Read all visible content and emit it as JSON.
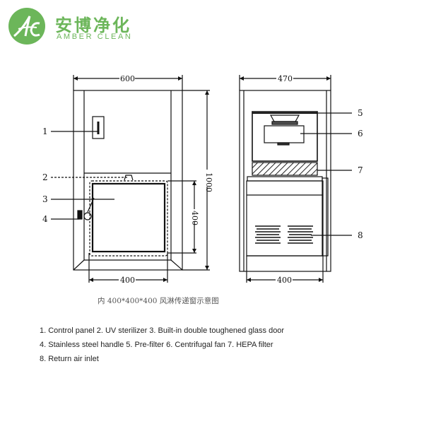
{
  "brand": {
    "logo_monogram": "Ac",
    "name_cn": "安博净化",
    "name_en": "AMBER CLEAN",
    "color": "#6cb65a"
  },
  "front_view": {
    "width_dim": "600",
    "height_dim": "1000",
    "window_width_dim": "400",
    "window_height_dim": "400",
    "callouts": [
      "1",
      "2",
      "3",
      "4"
    ]
  },
  "side_view": {
    "width_dim": "470",
    "inner_width_dim": "400",
    "callouts": [
      "5",
      "6",
      "7",
      "8"
    ]
  },
  "caption": "内 400*400*400 风淋传递窗示意图",
  "legend": {
    "line1": "1. Control panel  2. UV sterilizer  3. Built-in double toughened glass door",
    "line2": "4. Stainless steel handle  5. Pre-filter  6. Centrifugal fan  7. HEPA filter",
    "line3": "8. Return air inlet"
  }
}
